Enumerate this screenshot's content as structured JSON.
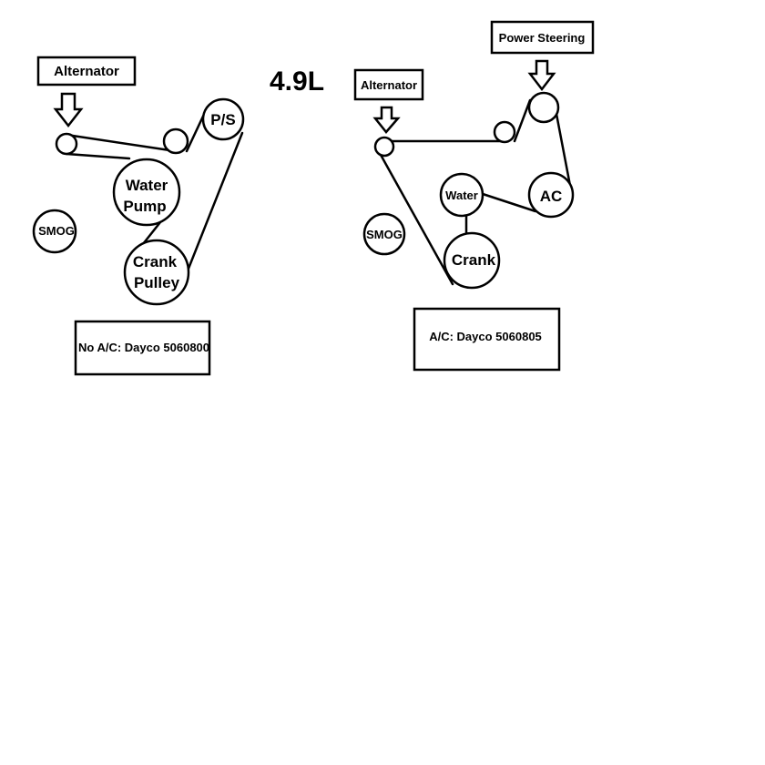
{
  "title": "4.9L",
  "left": {
    "alternator_label": "Alternator",
    "ps_label": "P/S",
    "water_pump_label": [
      "Water",
      "Pump"
    ],
    "crank_label": [
      "Crank",
      "Pulley"
    ],
    "smog_label": "SMOG",
    "part_label": "No A/C: Dayco 5060800"
  },
  "right": {
    "alternator_label": "Alternator",
    "power_steering_label": "Power Steering",
    "water_label": "Water",
    "ac_label": "AC",
    "crank_label": "Crank",
    "smog_label": "SMOG",
    "part_label": "A/C: Dayco 5060805"
  }
}
